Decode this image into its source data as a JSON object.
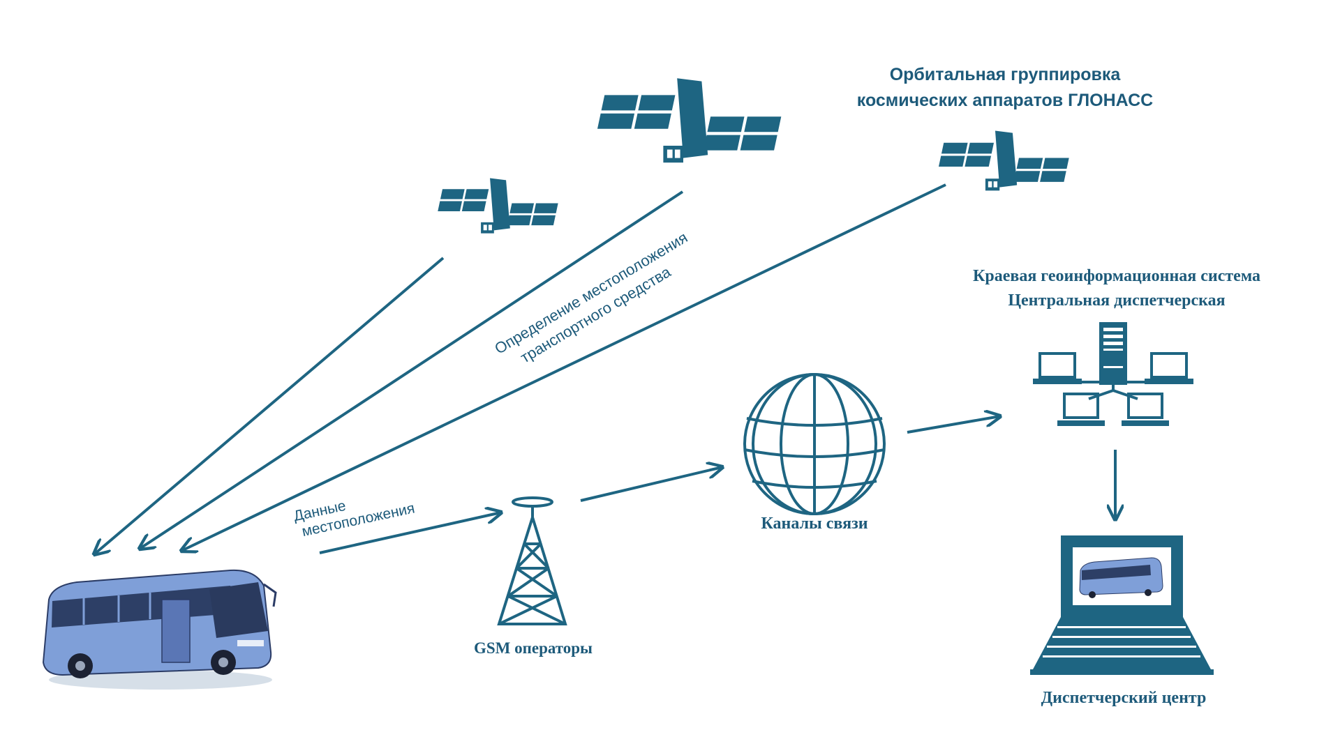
{
  "colors": {
    "primary": "#1e6582",
    "text": "#1d5a7a",
    "bus_body": "#7f9fd8",
    "background": "#ffffff"
  },
  "satellites": {
    "title_line1": "Орбитальная группировка",
    "title_line2": "космических аппаратов ГЛОНАСС"
  },
  "ray_label": {
    "line1": "Определение местоположения",
    "line2": "транспортного средства"
  },
  "data_label": {
    "line1": "Данные",
    "line2": "местоположения"
  },
  "gsm": {
    "label": "GSM операторы"
  },
  "channels": {
    "label": "Каналы связи"
  },
  "gis": {
    "line1": "Краевая геоинформационная система",
    "line2": "Центральная диспетчерская"
  },
  "dispatch": {
    "label": "Диспетчерский центр"
  },
  "icons": [
    "satellite-icon",
    "bus-icon",
    "gsm-tower-icon",
    "globe-icon",
    "server-network-icon",
    "laptop-icon"
  ]
}
